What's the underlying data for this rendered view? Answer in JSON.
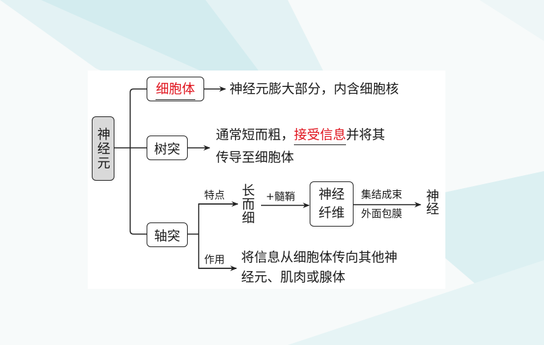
{
  "root": {
    "label": "神经元"
  },
  "branches": {
    "soma": {
      "label": "细胞体",
      "description": "神经元膨大部分，内含细胞核"
    },
    "dendrite": {
      "label": "树突",
      "desc_part1": "通常短而粗，",
      "desc_highlight": "接受信息",
      "desc_part2": "并将其",
      "desc_line2": "传导至细胞体"
    },
    "axon": {
      "label": "轴突",
      "feature_label": "特点",
      "feature_value": "长而细",
      "myelin_label": "+髓鞘",
      "fiber_label_line1": "神经",
      "fiber_label_line2": "纤维",
      "bundle_label_top": "集结成束",
      "bundle_label_bottom": "外面包膜",
      "nerve_label": "神经",
      "function_label": "作用",
      "function_line1": "将信息从细胞体传向其他神",
      "function_line2": "经元、肌肉或腺体"
    }
  },
  "colors": {
    "highlight": "#e0141e",
    "root_fill": "#d9d9d9",
    "decor": "#d6eef0"
  }
}
